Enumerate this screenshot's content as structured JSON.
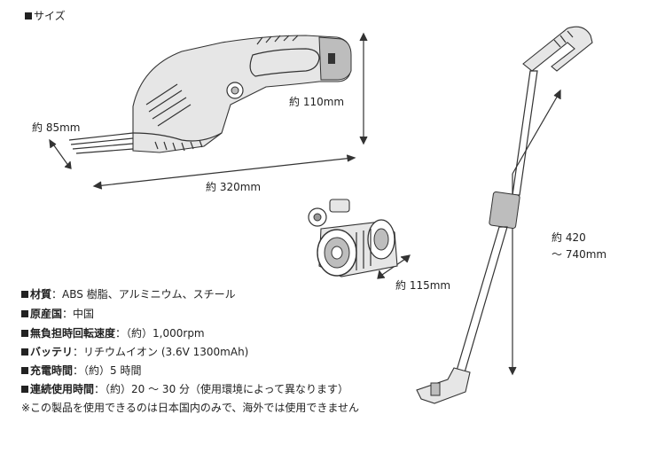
{
  "section_title": "サイズ",
  "dimensions": {
    "trimmer_height": "約 110mm",
    "trimmer_depth": "約 85mm",
    "trimmer_length": "約 320mm",
    "wheel_width": "約 115mm",
    "pole_length_min": "約 420",
    "pole_length_max": "～ 740mm"
  },
  "specs": [
    {
      "label": "材質",
      "value": "ABS 樹脂、アルミニウム、スチール"
    },
    {
      "label": "原産国",
      "value": "中国"
    },
    {
      "label": "無負担時回転速度",
      "value": "（約）1,000rpm"
    },
    {
      "label": "バッテリ",
      "value": "リチウムイオン (3.6V 1300mAh)"
    },
    {
      "label": "充電時間",
      "value": "（約）5 時間"
    },
    {
      "label": "連続使用時間",
      "value": "（約）20 ～ 30 分（使用環境によって異なります）"
    }
  ],
  "spec_separator": "：",
  "note": "※この製品を使用できるのは日本国内のみで、海外では使用できません"
}
